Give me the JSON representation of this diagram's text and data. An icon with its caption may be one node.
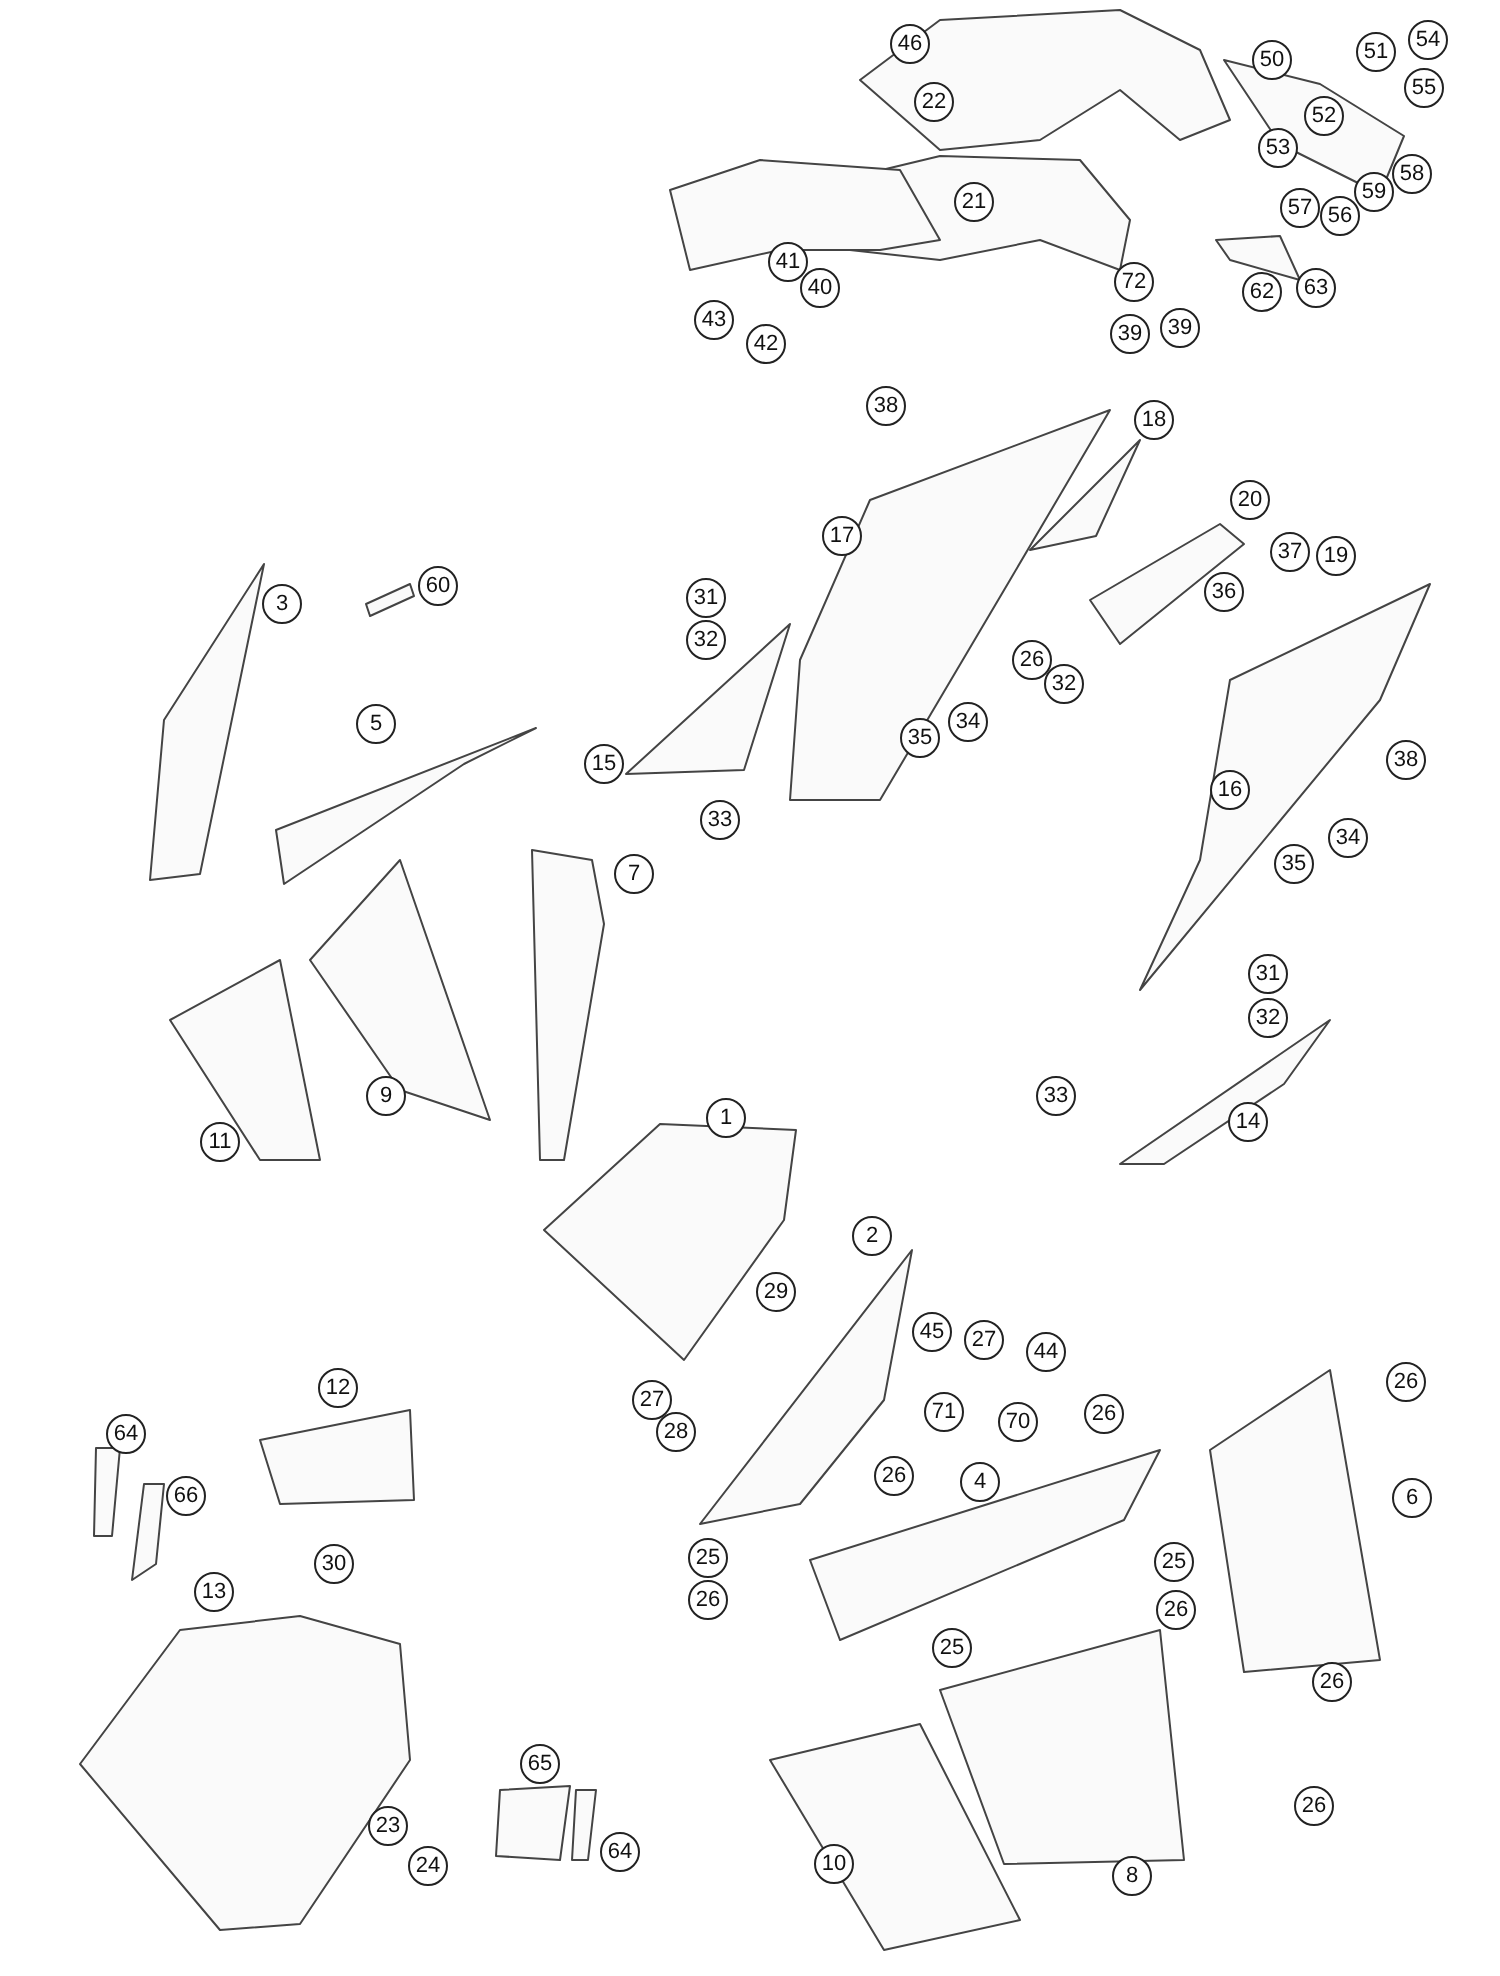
{
  "diagram": {
    "labels": [
      "54",
      "46",
      "51",
      "50",
      "55",
      "22",
      "52",
      "53",
      "58",
      "59",
      "21",
      "57",
      "56",
      "41",
      "72",
      "63",
      "40",
      "62",
      "43",
      "39",
      "39",
      "42",
      "38",
      "18",
      "20",
      "17",
      "37",
      "19",
      "60",
      "36",
      "31",
      "3",
      "32",
      "26",
      "32",
      "5",
      "34",
      "35",
      "38",
      "15",
      "16",
      "33",
      "34",
      "35",
      "7",
      "31",
      "32",
      "9",
      "33",
      "1",
      "14",
      "11",
      "2",
      "29",
      "45",
      "27",
      "44",
      "26",
      "12",
      "27",
      "71",
      "26",
      "70",
      "28",
      "64",
      "26",
      "4",
      "66",
      "6",
      "25",
      "25",
      "30",
      "13",
      "26",
      "26",
      "25",
      "26",
      "65",
      "26",
      "23",
      "64",
      "10",
      "24",
      "8"
    ]
  }
}
